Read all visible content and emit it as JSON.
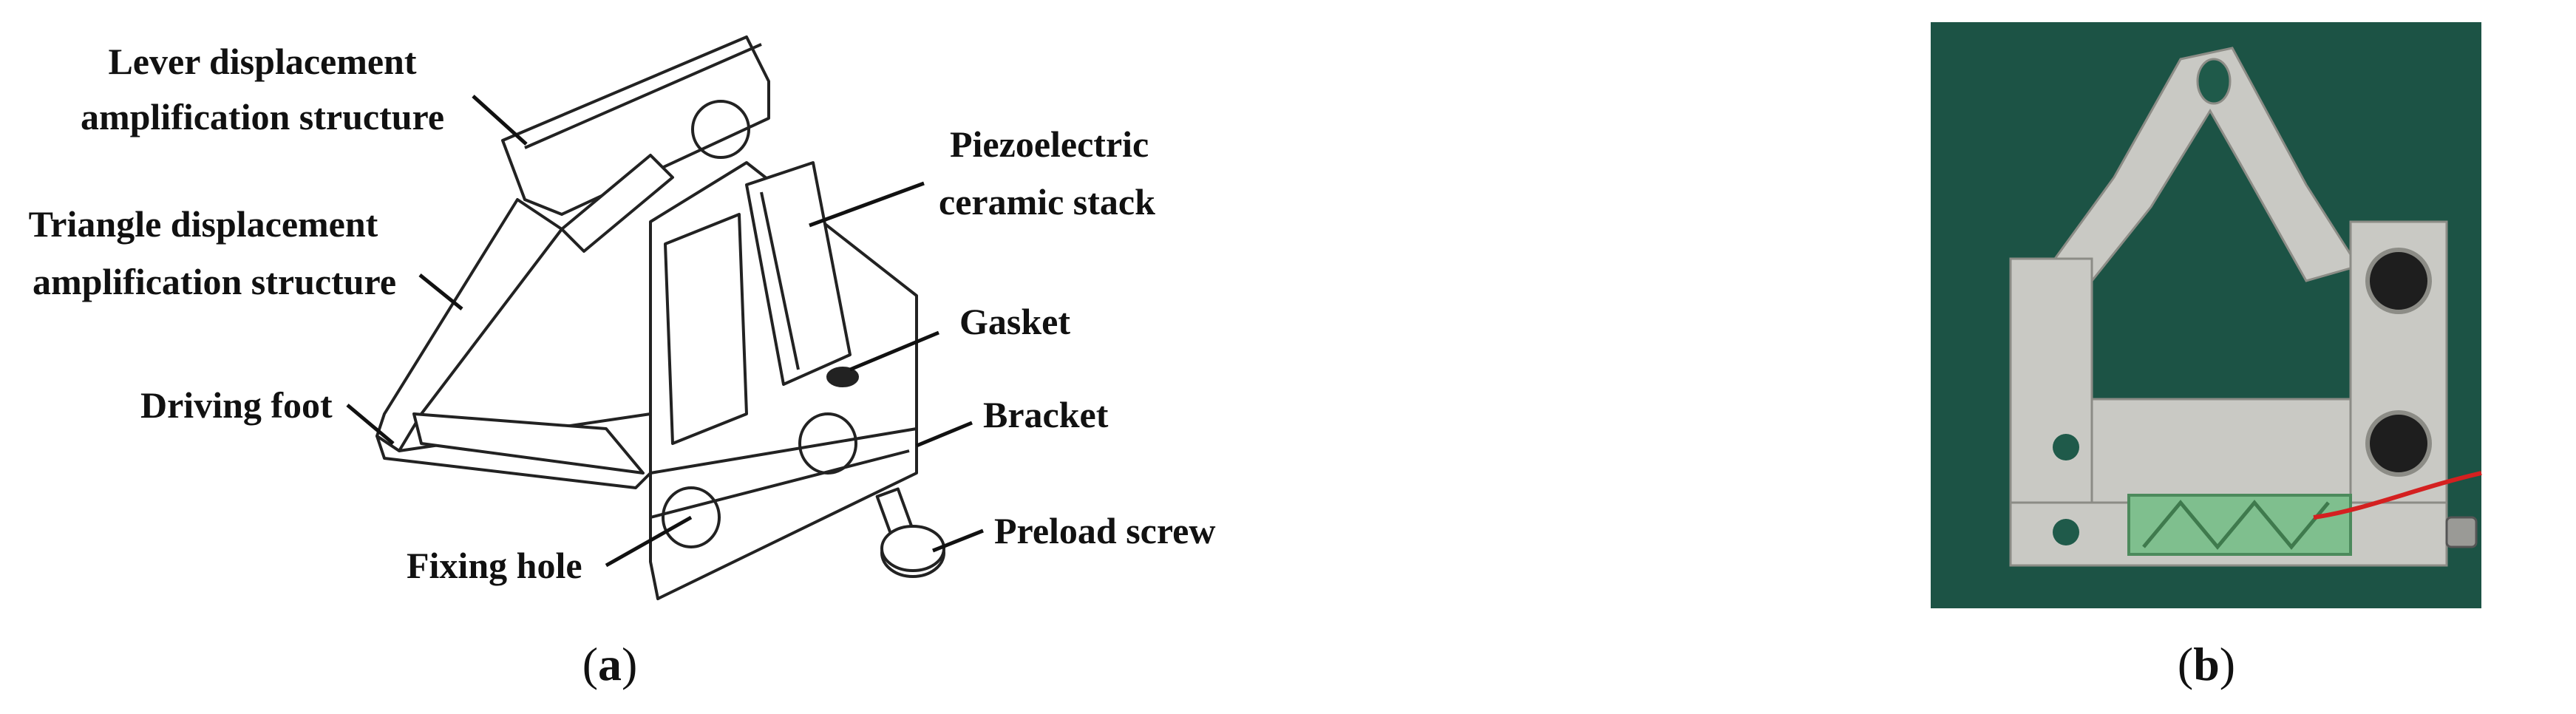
{
  "figure": {
    "panel_a": {
      "caption_letter": "a",
      "labels": {
        "lever_line1": "Lever displacement",
        "lever_line2": "amplification structure",
        "triangle_line1": "Triangle displacement",
        "triangle_line2": "amplification structure",
        "piezo_line1": "Piezoelectric",
        "piezo_line2": "ceramic stack",
        "gasket": "Gasket",
        "driving_foot": "Driving foot",
        "bracket": "Bracket",
        "fixing_hole": "Fixing hole",
        "preload_screw": "Preload screw"
      }
    },
    "panel_b": {
      "caption_letter": "b"
    }
  },
  "colors": {
    "photo_background": "#1f5a4a",
    "aluminum": "#c9c9c4",
    "piezo_green": "#7fbf8e",
    "wire_red": "#d42020"
  }
}
